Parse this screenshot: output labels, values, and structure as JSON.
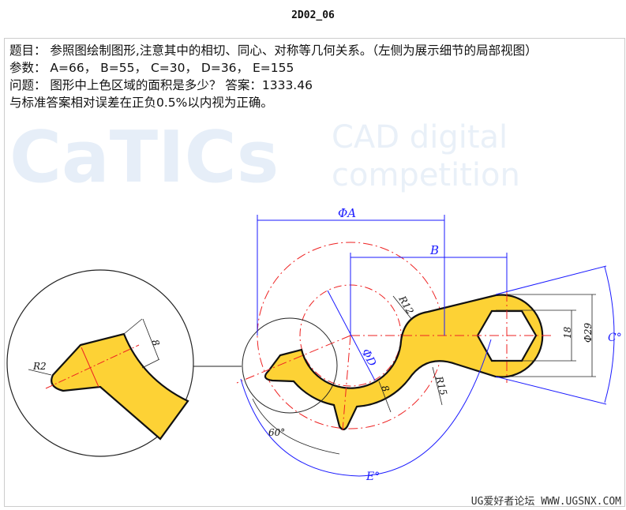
{
  "title": "2D02_06",
  "problem": {
    "line1": "题目： 参照图绘制图形,注意其中的相切、同心、对称等几何关系。（左侧为展示细节的局部视图）",
    "line2": "参数： A=66， B=55， C=30， D=36， E=155",
    "line3": "问题： 图形中上色区域的面积是多少？  答案：1333.46",
    "line4": "与标准答案相对误差在正负0.5%以内视为正确。"
  },
  "drawing": {
    "dim_A": "ΦA",
    "dim_B": "B",
    "dim_C": "C°",
    "dim_D": "ΦD",
    "dim_E": "E°",
    "r12": "R12",
    "r15": "R15",
    "thick": "8",
    "hex": "18",
    "outer": "Φ29",
    "angle": "60°",
    "detail_r2": "R2",
    "detail_thick": "8",
    "watermark1": "CaTICs",
    "watermark2": "CAD digital competition",
    "fill_color": "#fdd235",
    "dim_color": "#1a1aff",
    "center_color": "#ee2222"
  },
  "footer": "UG爱好者论坛 WWW.UGSNX.COM"
}
